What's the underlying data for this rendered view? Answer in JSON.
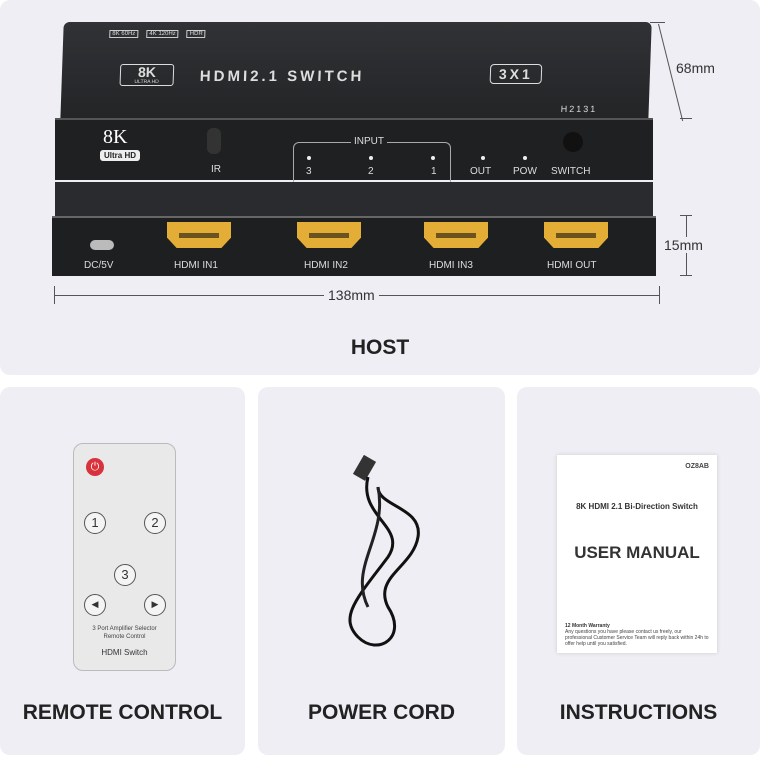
{
  "host": {
    "badges": [
      "8K 60Hz",
      "4K 120Hz",
      "HDR"
    ],
    "logo_8k": "8K",
    "logo_ultra": "ULTRA HD",
    "title": "HDMI2.1 SWITCH",
    "ratio": "3X1",
    "model": "H2131",
    "front_8k": "8K",
    "front_ultra": "Ultra HD",
    "ir": "IR",
    "input": "INPUT",
    "inputs": [
      "3",
      "2",
      "1"
    ],
    "out": "OUT",
    "pow": "POW",
    "switch": "SWITCH",
    "ports": [
      "DC/5V",
      "HDMI IN1",
      "HDMI IN2",
      "HDMI IN3",
      "HDMI OUT"
    ],
    "dim_height": "68mm",
    "dim_depth": "15mm",
    "dim_width": "138mm",
    "caption": "HOST"
  },
  "remote": {
    "buttons": [
      "1",
      "2",
      "3"
    ],
    "line1": "3 Port Amplifier Selector",
    "line2": "Remote Control",
    "brand": "HDMI Switch",
    "caption": "REMOTE CONTROL",
    "power_color": "#d8323c"
  },
  "cord": {
    "caption": "POWER CORD"
  },
  "manual": {
    "code": "OZ8AB",
    "subtitle": "8K HDMI 2.1 Bi-Direction Switch",
    "title": "USER MANUAL",
    "warranty": "12 Month Warranty",
    "note": "Any questions you have please contact us freely, our professional Customer Service Team will reply back within 24h to offer help until you satisfied.",
    "caption": "INSTRUCTIONS"
  }
}
